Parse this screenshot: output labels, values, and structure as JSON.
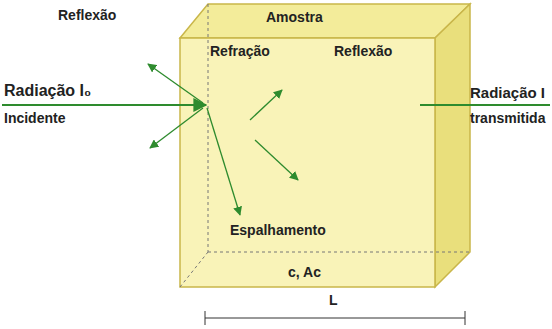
{
  "diagram": {
    "nodes": [
      {
        "text": [
          "Amostra",
          "c, Ac"
        ]
      }
    ],
    "labels": [
      "Reflexão",
      "Refração",
      "Reflexão",
      "Radiação I₀",
      "Incidente",
      "Radiação I",
      "transmitida",
      "Espalhamento",
      "L"
    ]
  }
}
